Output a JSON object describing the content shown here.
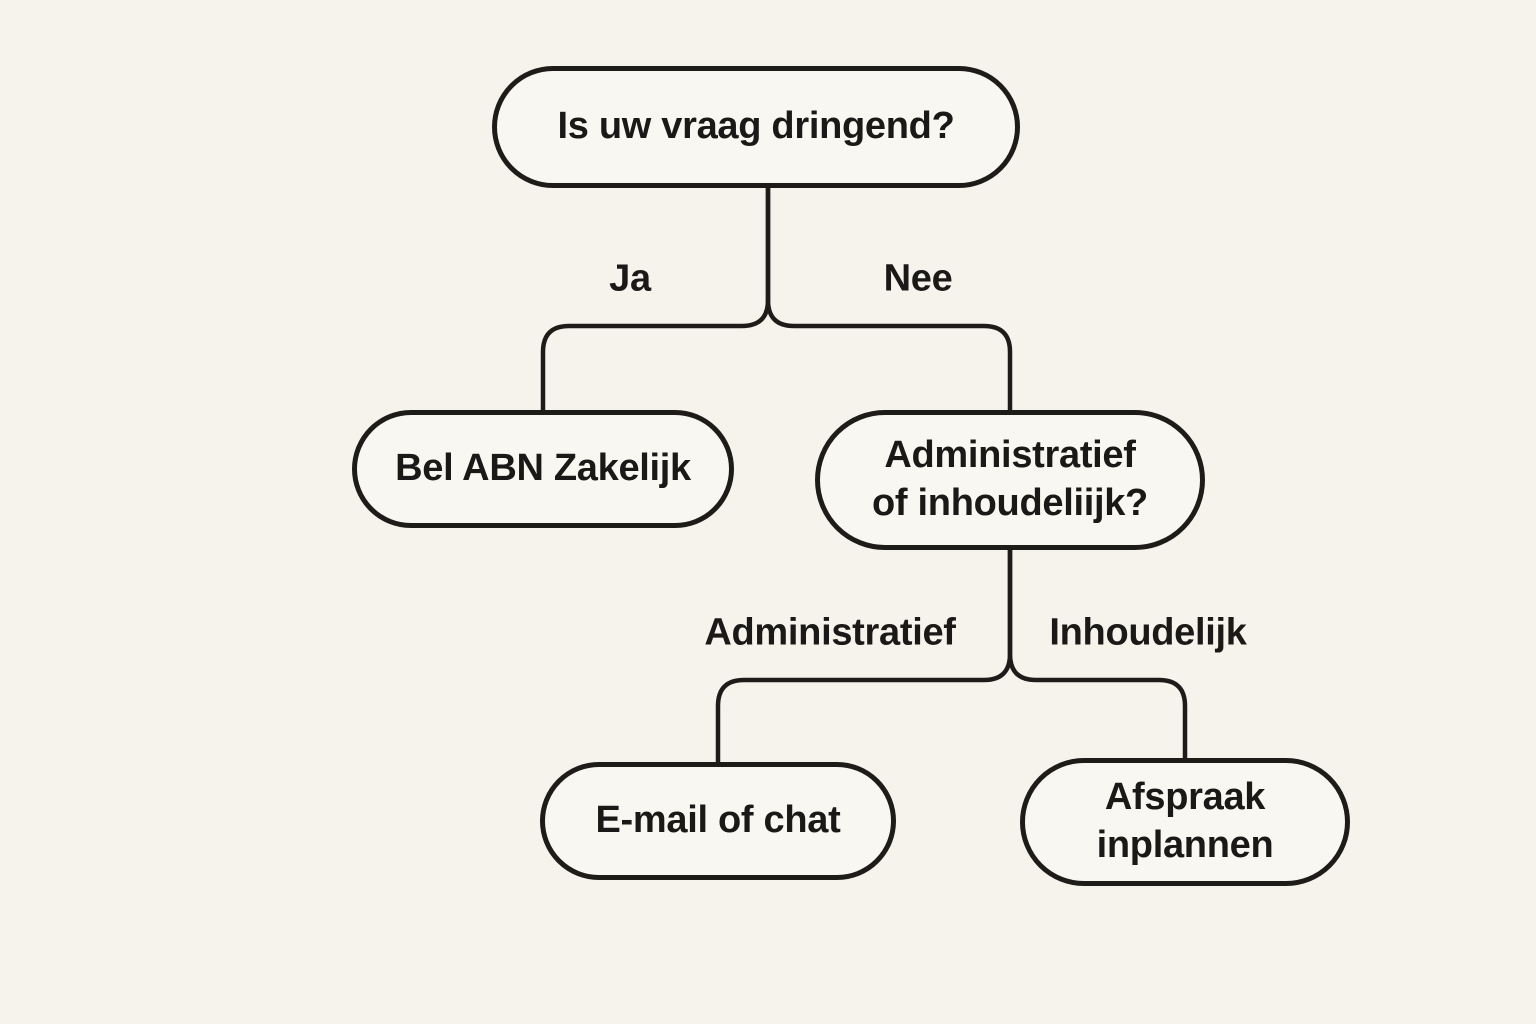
{
  "palette": {
    "background": "#f6f3ed",
    "node_fill": "#f9f7f1",
    "line": "#1e1c19",
    "text": "#1a1917"
  },
  "flowchart": {
    "type": "decision-tree",
    "language": "nl",
    "root": {
      "label": "Is uw vraag dringend?"
    },
    "level1": {
      "ja": {
        "edge_label": "Ja",
        "node_label": "Bel ABN Zakelijk"
      },
      "nee": {
        "edge_label": "Nee",
        "node_label": "Administratief\nof inhoudeliijk?"
      }
    },
    "level2": {
      "administratief": {
        "edge_label": "Administratief",
        "node_label": "E-mail of chat"
      },
      "inhoudelijk": {
        "edge_label": "Inhoudelijk",
        "node_label": "Afspraak\ninplannen"
      }
    }
  }
}
